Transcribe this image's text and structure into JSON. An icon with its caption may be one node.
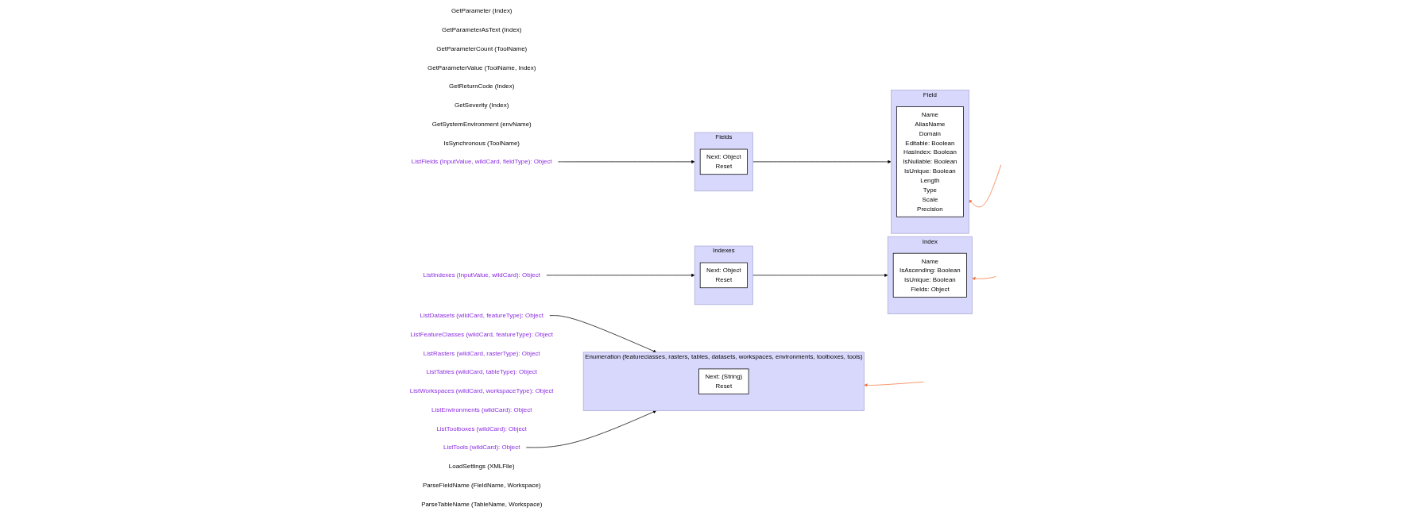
{
  "diagram": {
    "nodes": [
      {
        "text": [
          "GetParameter (Index)"
        ]
      },
      {
        "text": [
          "GetParameterAsText (Index)"
        ]
      },
      {
        "text": [
          "GetParameterCount (ToolName)"
        ]
      },
      {
        "text": [
          "GetParameterValue (ToolName, Index)"
        ]
      },
      {
        "text": [
          "GetReturnCode (Index)"
        ]
      },
      {
        "text": [
          "GetSeverity (Index)"
        ]
      },
      {
        "text": [
          "GetSystemEnvironment (envName)"
        ]
      },
      {
        "text": [
          "IsSynchronous (ToolName)"
        ]
      },
      {
        "text": [
          "ListFields (InputValue, wildCard, fieldType): Object"
        ]
      },
      {
        "text": [
          "ListIndexes (InputValue, wildCard): Object"
        ]
      },
      {
        "text": [
          "ListDatasets (wildCard, featureType): Object"
        ]
      },
      {
        "text": [
          "ListFeatureClasses (wildCard, featureType): Object"
        ]
      },
      {
        "text": [
          "ListRasters (wildCard, rasterType): Object"
        ]
      },
      {
        "text": [
          "ListTables (wildCard, tableType): Object"
        ]
      },
      {
        "text": [
          "ListWorkspaces (wildCard, workspaceType): Object"
        ]
      },
      {
        "text": [
          "ListEnvironments (wildCard): Object"
        ]
      },
      {
        "text": [
          "ListToolboxes (wildCard): Object"
        ]
      },
      {
        "text": [
          "ListTools (wildCard): Object"
        ]
      },
      {
        "text": [
          "LoadSettings (XMLFile)"
        ]
      },
      {
        "text": [
          "ParseFieldName (FieldName, Workspace)"
        ]
      },
      {
        "text": [
          "ParseTableName (TableName, Workspace)"
        ]
      },
      {
        "text": [
          "Fields"
        ]
      },
      {
        "text": [
          "Next: Object",
          "Reset"
        ],
        "in": 21
      },
      {
        "text": [
          "Field"
        ]
      },
      {
        "text": [
          "Name",
          "AliasName",
          "Domain",
          "Editable: Boolean",
          "HasIndex: Boolean",
          "IsNullable: Boolean",
          "IsUnique: Boolean",
          "Length",
          "Type",
          "Scale",
          "Precision"
        ],
        "in": 23
      },
      {
        "text": [
          "Indexes"
        ]
      },
      {
        "text": [
          "Next: Object",
          "Reset"
        ],
        "in": 25
      },
      {
        "text": [
          "Index"
        ]
      },
      {
        "text": [
          "Name",
          "IsAscending: Boolean",
          "IsUnique: Boolean",
          "Fields: Object"
        ],
        "in": 27
      },
      {
        "text": [
          "Enumeration (featureclasses, rasters, tables, datasets, workspaces, environments, toolboxes, tools)"
        ]
      },
      {
        "text": [
          "Next: (String)",
          "Reset"
        ],
        "in": 29
      }
    ],
    "edges": [
      {
        "from": 8,
        "to": 21,
        "arrow": "to"
      },
      {
        "from": 9,
        "to": 25,
        "arrow": "to"
      },
      {
        "from": 10,
        "to": 29,
        "arrow": "to"
      },
      {
        "from": 17,
        "to": 29,
        "arrow": "to"
      },
      {
        "from": 21,
        "to": 23,
        "arrow": "to"
      },
      {
        "from": 25,
        "to": 27,
        "arrow": "to"
      },
      {
        "from": null,
        "to": 23,
        "arrow": "to",
        "color": "#f4733a"
      },
      {
        "from": null,
        "to": 27,
        "arrow": "to",
        "color": "#f4733a"
      },
      {
        "from": null,
        "to": 29,
        "arrow": "to",
        "color": "#f4733a"
      }
    ]
  }
}
